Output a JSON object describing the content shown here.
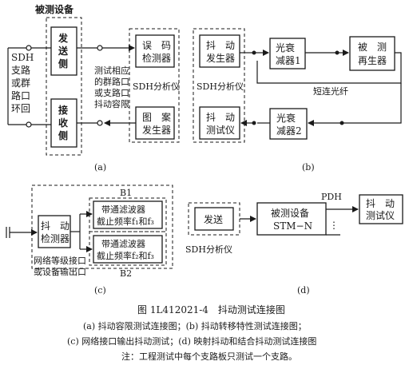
{
  "diagram_a": {
    "dut_title": "被测设备",
    "sdh_loop": [
      "SDH",
      "支路",
      "或群",
      "路口",
      "环回"
    ],
    "send_side": [
      "发",
      "送",
      "侧"
    ],
    "recv_side": [
      "接",
      "收",
      "侧"
    ],
    "test_port": [
      "测试相应",
      "的群路口",
      "或支路口",
      "抖动容限"
    ],
    "error_detector": [
      "误　码",
      "检测器"
    ],
    "pattern_gen": [
      "图　案",
      "发生器"
    ],
    "analyzer": "SDH分析仪",
    "label": "(a)"
  },
  "diagram_b": {
    "jitter_gen": [
      "抖　动",
      "发生器"
    ],
    "analyzer": "SDH分析仪",
    "jitter_tester": [
      "抖　动",
      "测试仪"
    ],
    "attenuator1": [
      "光衰",
      "减器1"
    ],
    "attenuator2": [
      "光衰",
      "减器2"
    ],
    "regenerator": [
      "被　测",
      "再生器"
    ],
    "short_fiber": "短连光纤",
    "label": "(b)"
  },
  "diagram_c": {
    "jitter_detector": [
      "抖　动",
      "检测器"
    ],
    "bp_filter1": [
      "带通滤波器",
      "截止频率f₁和f₃"
    ],
    "bp_filter2": [
      "带通滤波器",
      "截止频率f₂和f₃"
    ],
    "b1": "B1",
    "b2": "B2",
    "iface": [
      "网络等级接口",
      "或设备输出口"
    ],
    "label": "(c)"
  },
  "diagram_d": {
    "send": "发送",
    "analyzer": "SDH分析仪",
    "dut": [
      "被测设备",
      "STM−N"
    ],
    "pdh": "PDH",
    "ellipsis": "⋮",
    "jitter_tester": [
      "抖　动",
      "测试仪"
    ],
    "label": "(d)"
  },
  "caption": {
    "title": "图 1L412021-4　抖动测试连接图",
    "line1": "(a) 抖动容限测试连接图；(b) 抖动转移特性测试连接图；",
    "line2": "(c) 网络接口输出抖动测试；(d) 映射抖动和结合抖动测试连接图",
    "note": "注：工程测试中每个支路板只测试一个支路。"
  }
}
